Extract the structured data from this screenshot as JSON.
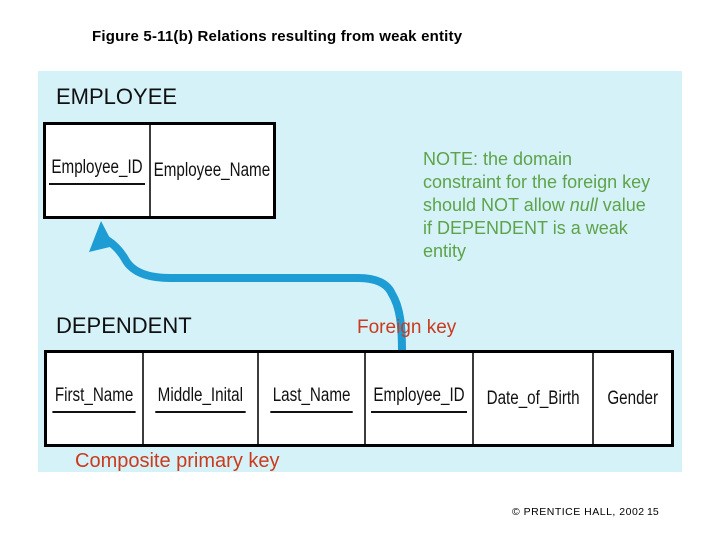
{
  "title": "Figure 5-11(b) Relations resulting from weak entity",
  "slide": {
    "note": {
      "before": "NOTE: the domain constraint for the foreign key should NOT allow ",
      "italic": "null",
      "after": " value if DEPENDENT is a weak entity"
    },
    "employee": {
      "label": "EMPLOYEE",
      "columns": [
        {
          "name": "Employee_ID",
          "key": true
        },
        {
          "name": "Employee_Name",
          "key": false
        }
      ]
    },
    "dependent": {
      "label": "DEPENDENT",
      "columns": [
        {
          "name": "First_Name",
          "key": true
        },
        {
          "name": "Middle_Inital",
          "key": true
        },
        {
          "name": "Last_Name",
          "key": true
        },
        {
          "name": "Employee_ID",
          "key": true
        },
        {
          "name": "Date_of_Birth",
          "key": false
        },
        {
          "name": "Gender",
          "key": false
        }
      ]
    },
    "annotations": {
      "foreign_key": "Foreign key",
      "composite_primary_key": "Composite primary key"
    }
  },
  "footer": {
    "copyright": "© PRENTICE HALL, 2002",
    "page_number": "15"
  },
  "colors": {
    "panel_bg": "#d5f2f9",
    "arrow_blue": "#1e9cd4",
    "note_green": "#5ea349",
    "annotation_red": "#cb3a1c",
    "brace_olive": "#7d9e3e",
    "title_text": "#000000"
  }
}
